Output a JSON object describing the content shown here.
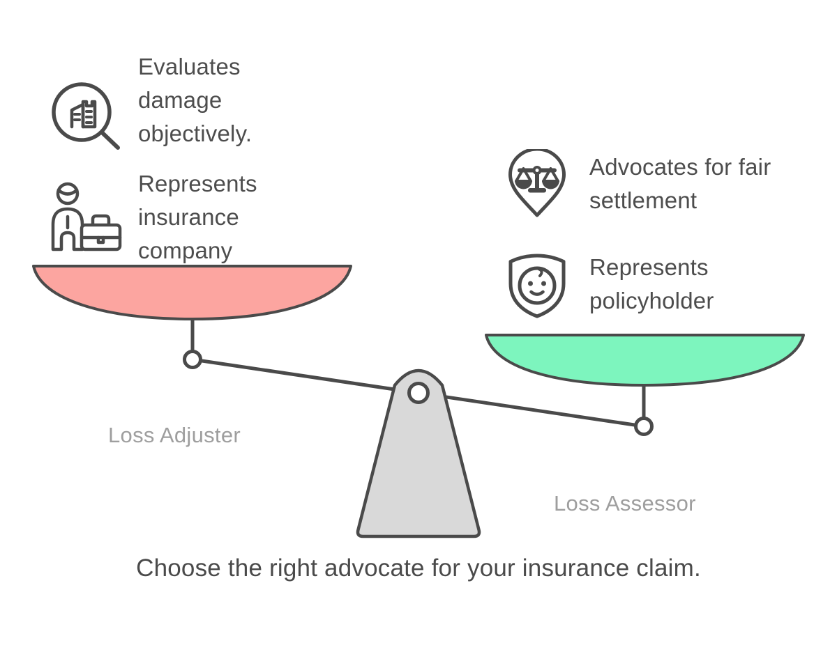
{
  "caption": "Choose the right advocate for your insurance claim.",
  "left_side": {
    "label": "Loss Adjuster",
    "features": [
      {
        "icon": "magnifier-building-icon",
        "text": "Evaluates damage objectively."
      },
      {
        "icon": "person-briefcase-icon",
        "text": "Represents insurance company"
      }
    ]
  },
  "right_side": {
    "label": "Loss Assessor",
    "features": [
      {
        "icon": "scales-location-pin-icon",
        "text": "Advocates for fair settlement"
      },
      {
        "icon": "shield-face-icon",
        "text": "Represents policyholder"
      }
    ]
  },
  "colors": {
    "pan_left": "#FCA5A0",
    "pan_right": "#7DF5BE",
    "pedestal": "#D9D9D9",
    "outline": "#4A4A4A",
    "label_gray": "#9E9E9E"
  }
}
